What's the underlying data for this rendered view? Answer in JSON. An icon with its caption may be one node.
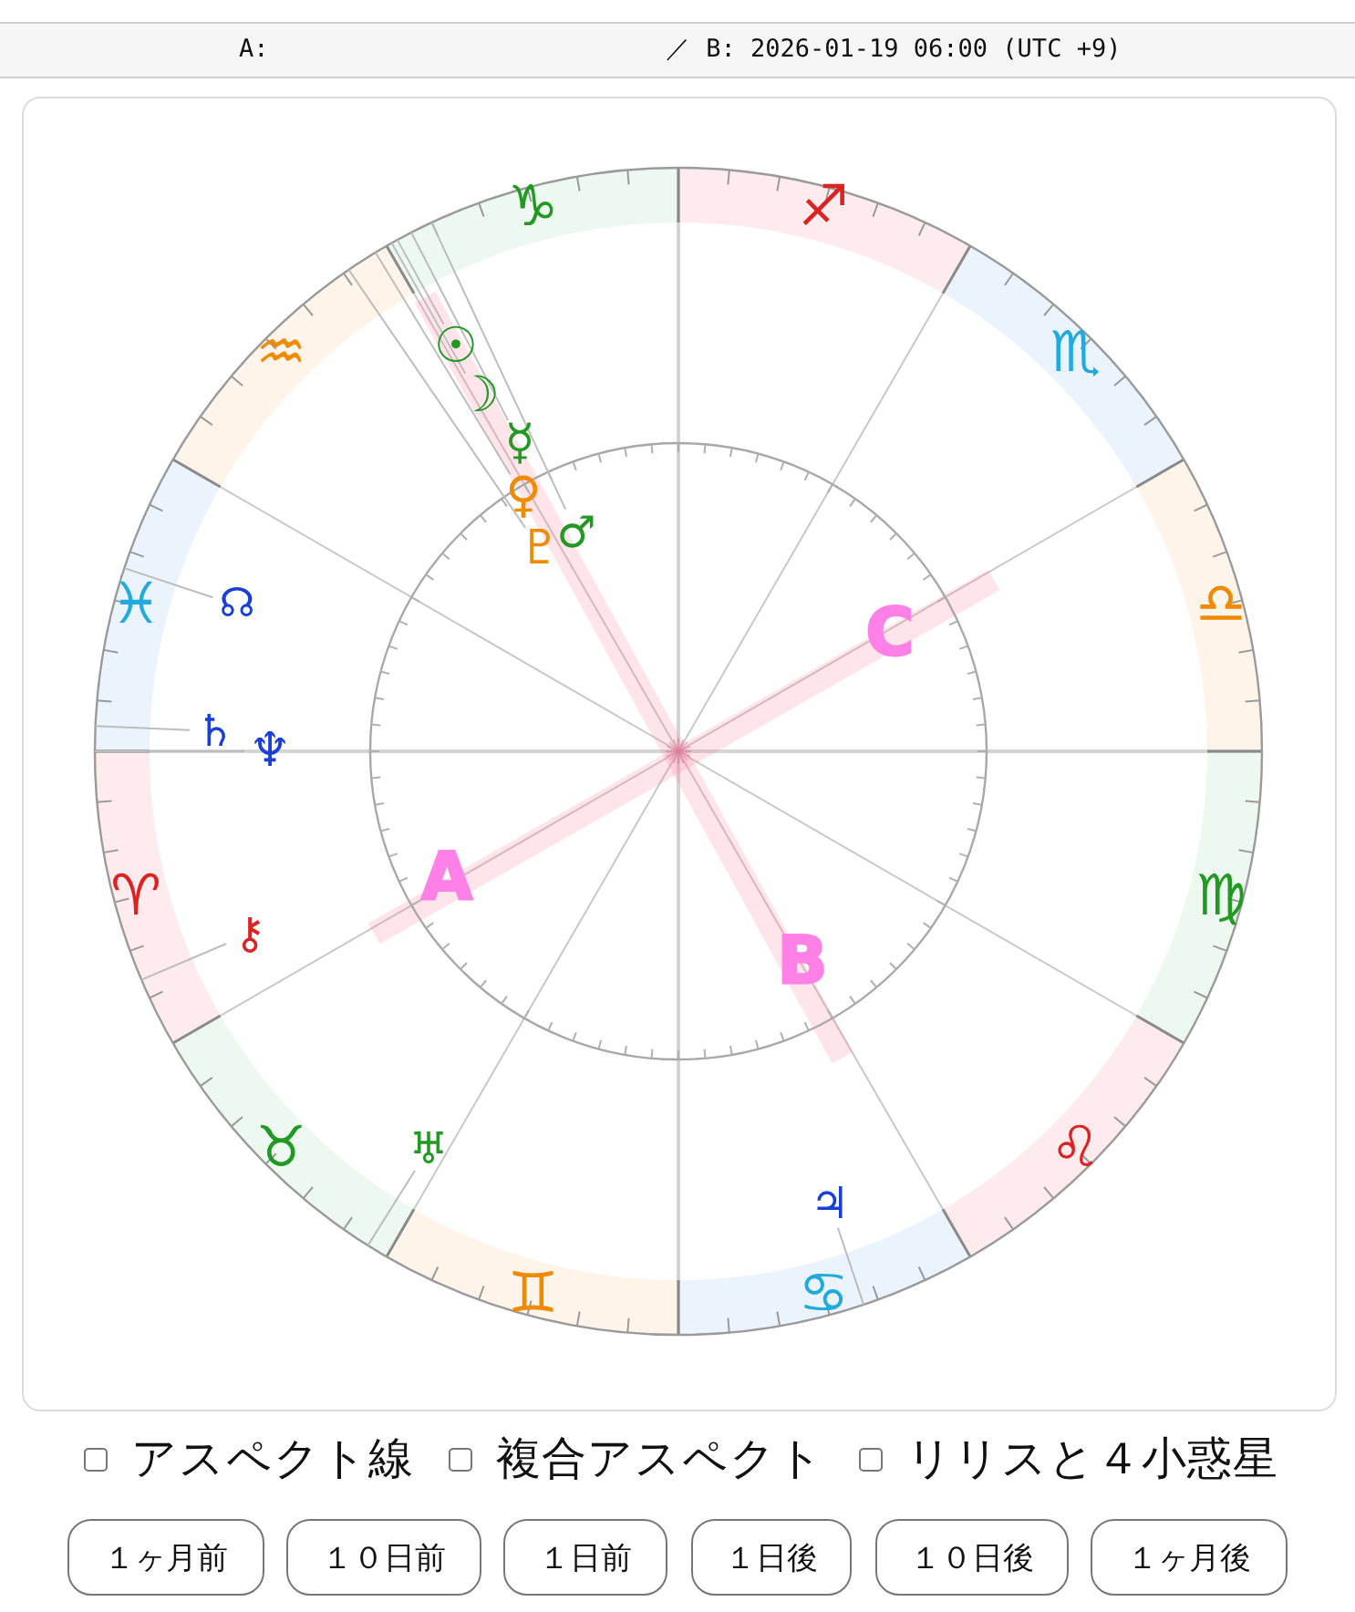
{
  "diagram": {
    "nodes": [
      {
        "text": [
          "A:",
          "／ B: 2026-01-19 06:00 (UTC +9)"
        ]
      },
      {
        "text": [
          "１ヶ月前"
        ]
      },
      {
        "text": [
          "１０日前"
        ]
      },
      {
        "text": [
          "１日前"
        ]
      },
      {
        "text": [
          "１日後"
        ]
      },
      {
        "text": [
          "１０日後"
        ]
      },
      {
        "text": [
          "１ヶ月後"
        ]
      }
    ],
    "labels": [
      "♑",
      "♐",
      "♒",
      "☉",
      "♏",
      "☽",
      "☿",
      "♀",
      "♇",
      "♂",
      "♓",
      "☊",
      "C",
      "♎",
      "♄",
      "♆",
      "♈",
      "A",
      "♍",
      "⚷",
      "B",
      "♉",
      "♅",
      "♌",
      "♃",
      "♊",
      "♋",
      "アスペクト線",
      "複合アスペクト",
      "リリスと４小惑星"
    ]
  }
}
